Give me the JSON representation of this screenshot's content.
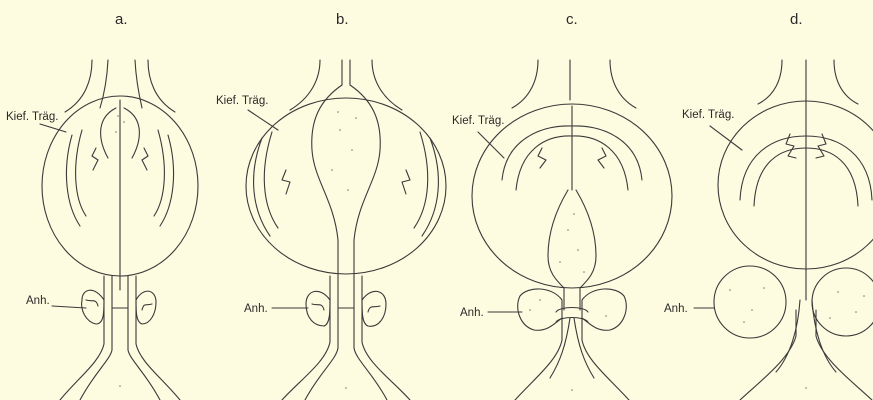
{
  "panels": [
    {
      "letter": "a.",
      "jaw_label": "Kief. Träg.",
      "gland_label": "Anh."
    },
    {
      "letter": "b.",
      "jaw_label": "Kief. Träg.",
      "gland_label": "Anh."
    },
    {
      "letter": "c.",
      "jaw_label": "Kief. Träg.",
      "gland_label": "Anh."
    },
    {
      "letter": "d.",
      "jaw_label": "Kief. Träg.",
      "gland_label": "Anh."
    }
  ],
  "colors": {
    "background": "#fdfbe0",
    "ink": "#3a3a3a"
  }
}
